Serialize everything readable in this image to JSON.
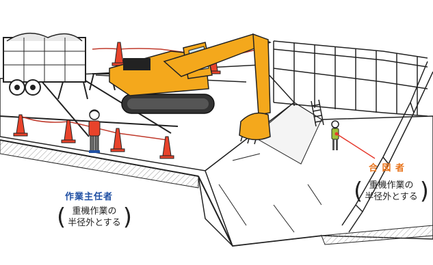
{
  "labels": {
    "supervisor_title": "作業主任者",
    "supervisor_note_line1": "重機作業の",
    "supervisor_note_line2": "半径外とする",
    "signaler_title": "合 図 者",
    "signaler_note_line1": "重機作業の",
    "signaler_note_line2": "半径外とする"
  },
  "colors": {
    "supervisor_title": "#1f4fa3",
    "signaler_title": "#e8741c",
    "excavator": "#f4a81c",
    "cone": "#e8432b",
    "signal_line": "#e63a2e"
  }
}
